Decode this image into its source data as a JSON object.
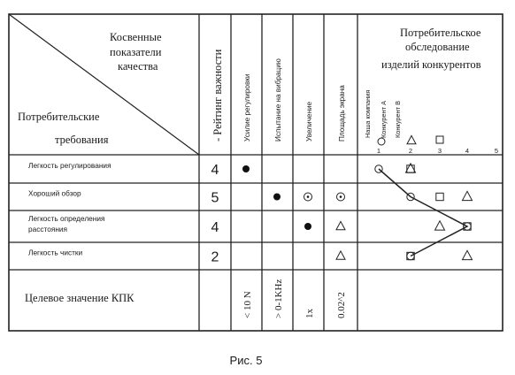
{
  "corner": {
    "top_lines": [
      "Косвенные",
      "показатели",
      "качества"
    ],
    "bottom_lines": [
      "Потребительские",
      "требования"
    ]
  },
  "importance_header": "Рейтинг важности",
  "indicators": [
    "Усилие регулировки",
    "Испытание на вибрацию",
    "Увеличение",
    "Площадь экрана"
  ],
  "survey": {
    "title_lines": [
      "Потребительское",
      "обследование",
      "изделий конкурентов"
    ],
    "companies": [
      "Наша компания",
      "Конкурент А",
      "Конкурент В"
    ],
    "company_symbols": [
      "circle",
      "triangle",
      "square"
    ],
    "scale": [
      "1",
      "2",
      "3",
      "4",
      "5"
    ]
  },
  "requirements": [
    {
      "label_lines": [
        "Легкость регулирования"
      ],
      "importance": "4",
      "marks": [
        "filled-dot",
        "",
        "",
        ""
      ],
      "ratings": {
        "our_company": 1,
        "competitor_a": 2,
        "competitor_b": 2
      }
    },
    {
      "label_lines": [
        "Хороший обзор"
      ],
      "importance": "5",
      "marks": [
        "",
        "filled-dot",
        "dot-in-circle",
        "dot-in-circle"
      ],
      "ratings": {
        "our_company": 2,
        "competitor_a": 4,
        "competitor_b": 3
      }
    },
    {
      "label_lines": [
        "Легкость определения",
        "расстояния"
      ],
      "importance": "4",
      "marks": [
        "",
        "",
        "filled-dot",
        "triangle"
      ],
      "ratings": {
        "our_company": 4,
        "competitor_a": 3,
        "competitor_b": 4
      }
    },
    {
      "label_lines": [
        "Легкость чистки"
      ],
      "importance": "2",
      "marks": [
        "",
        "",
        "",
        "triangle"
      ],
      "ratings": {
        "our_company": 2,
        "competitor_a": 4,
        "competitor_b": 2
      }
    }
  ],
  "target": {
    "label": "Целевое значение КПК",
    "values": [
      "< 10 N",
      "> 0-1KHz",
      "1x",
      "0.02^2"
    ]
  },
  "caption": "Рис. 5"
}
